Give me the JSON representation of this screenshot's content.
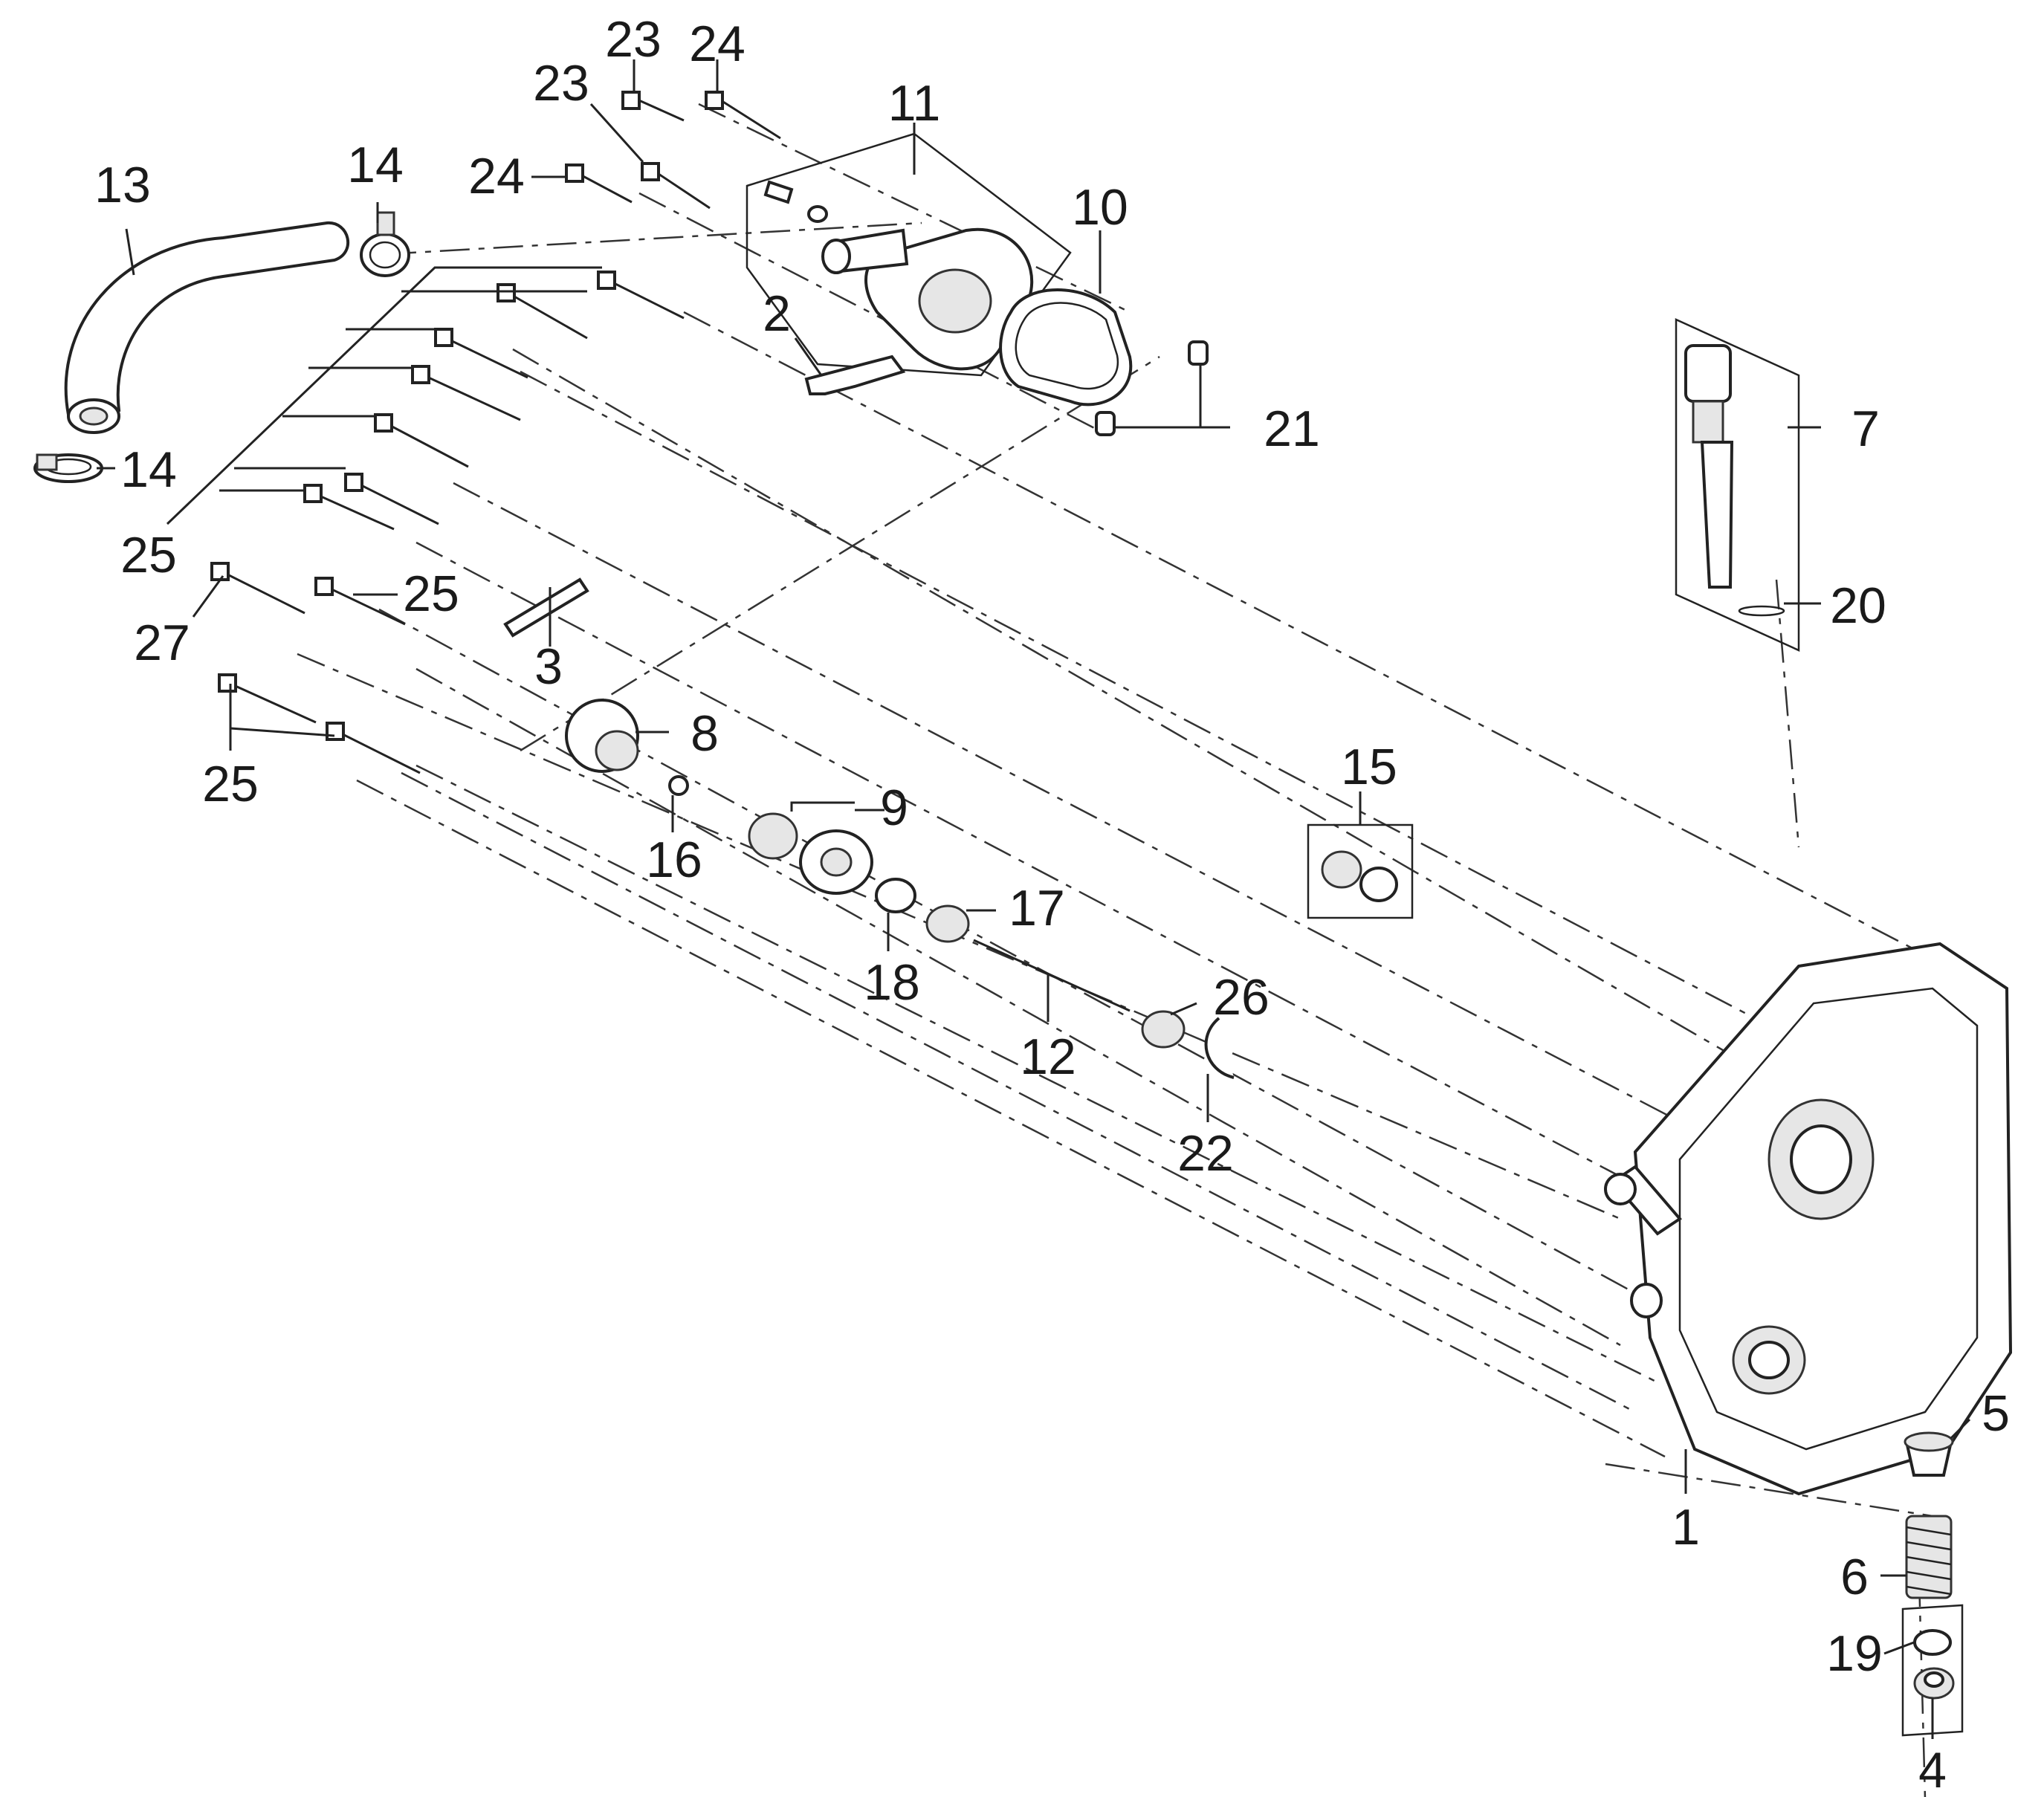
{
  "labels": [
    "13",
    "14",
    "14",
    "25",
    "23",
    "24",
    "23",
    "24",
    "11",
    "10",
    "2",
    "21",
    "7",
    "20",
    "25",
    "27",
    "3",
    "8",
    "25",
    "9",
    "16",
    "15",
    "17",
    "18",
    "26",
    "12",
    "22",
    "5",
    "1",
    "6",
    "19",
    "4"
  ]
}
